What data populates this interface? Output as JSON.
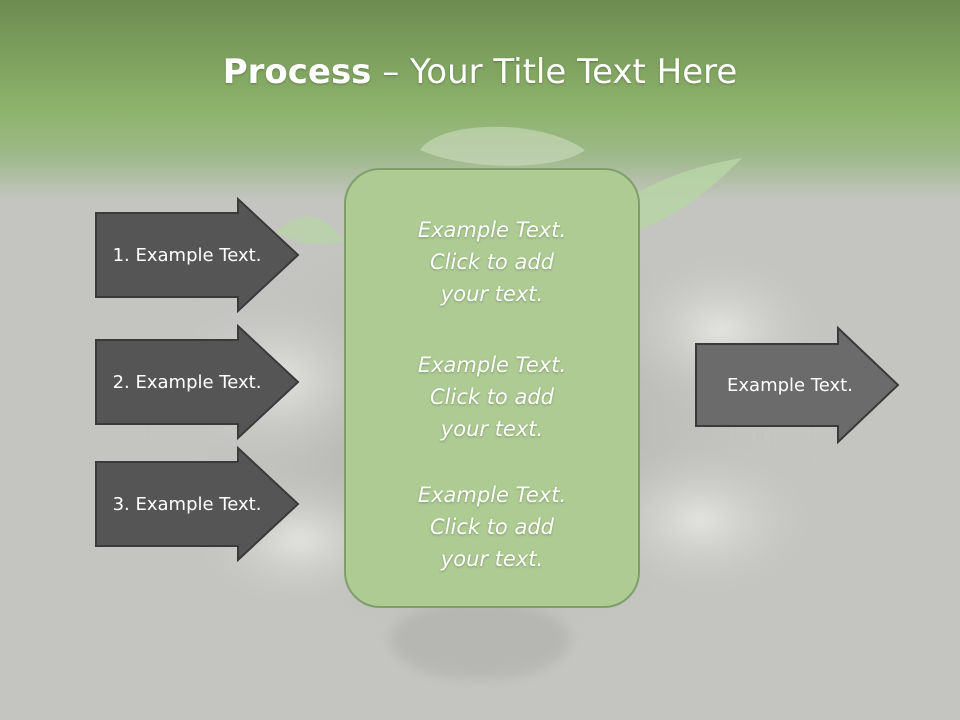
{
  "colors": {
    "header_green": "#8db36b",
    "background_gray": "#c4c5c1",
    "box_green": "#aecb93",
    "arrow_gray": "#555555"
  },
  "background_image": "hands-holding-seedling",
  "title": {
    "bold": "Process",
    "rest": " – Your Title Text Here"
  },
  "inputs": [
    {
      "label": "1. Example Text."
    },
    {
      "label": "2. Example Text."
    },
    {
      "label": "3. Example Text."
    }
  ],
  "center_box": {
    "blocks": [
      {
        "lines": [
          "Example Text.",
          "Click  to add",
          "your text."
        ]
      },
      {
        "lines": [
          "Example Text.",
          "Click  to add",
          "your text."
        ]
      },
      {
        "lines": [
          "Example Text.",
          "Click  to add",
          "your text."
        ]
      }
    ]
  },
  "output": {
    "label": "Example Text."
  }
}
